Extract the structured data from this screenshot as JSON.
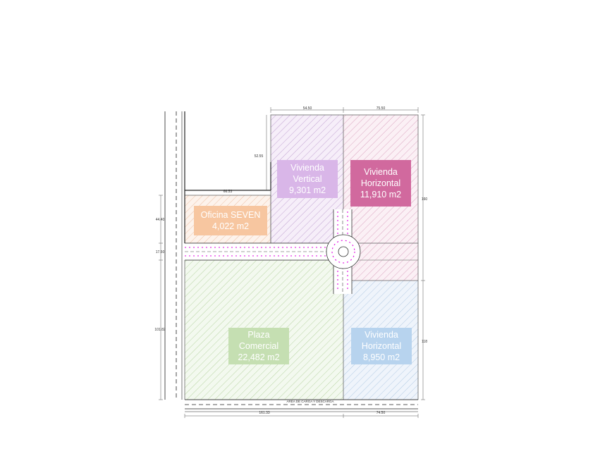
{
  "zones": {
    "vivienda_vertical": {
      "line1": "Vivienda",
      "line2": "Vertical",
      "area": "9,301 m2",
      "color": "#d9b6e8",
      "hatch": "#a877c0"
    },
    "vivienda_horizontal_top": {
      "line1": "Vivienda",
      "line2": "Horizontal",
      "area": "11,910 m2",
      "color": "#d1699e",
      "hatch": "#c9779f"
    },
    "oficina_seven": {
      "line1": "Oficina SEVEN",
      "area": "4,022 m2",
      "color": "#f7c6a0",
      "hatch": "#e8a97f"
    },
    "plaza_comercial": {
      "line1": "Plaza",
      "line2": "Comercial",
      "area": "22,482 m2",
      "color": "#c5dfb2",
      "hatch": "#9cc07f"
    },
    "vivienda_horizontal_bottom": {
      "line1": "Vivienda",
      "line2": "Horizontal",
      "area": "8,950 m2",
      "color": "#b7d3ee",
      "hatch": "#8fb0d6"
    }
  },
  "dimensions": {
    "top_left": "54.50",
    "top_right": "75.50",
    "left_upper_vertical": "52.55",
    "oficina_top": "66.53",
    "left_oficina": "44.40",
    "left_road": "17.50",
    "left_lower": "101.82",
    "right_upper": "160",
    "right_lower": "118",
    "bottom_left": "161.33",
    "bottom_right": "74.50"
  },
  "bottom_strip_label": "AREA DE CARGA Y DESCARGA",
  "colors": {
    "road_marker": "#e000e0",
    "outline": "#555555"
  }
}
